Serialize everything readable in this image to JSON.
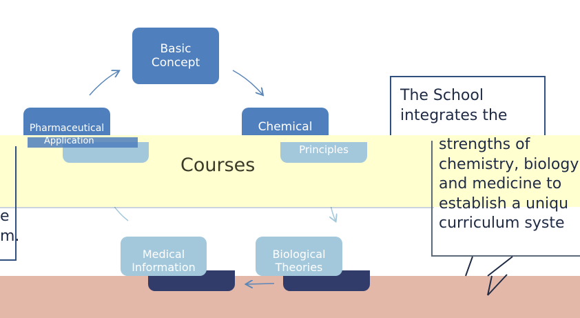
{
  "nodes": {
    "basic_concept": "Basic\nConcept",
    "chemical": "Chemical",
    "pharmaceutical": "Pharmaceutical",
    "principles_fragment": "Principles",
    "application_fragment": "Application",
    "medical_information": "Medical\nInformation",
    "biological_theories": "Biological\nTheories"
  },
  "center_label": "Courses",
  "callout_top": "The School\nintegrates the",
  "callout_bottom": "strengths of\nchemistry, biology\nand medicine to\nestablish a uniqu\ncurriculum syste",
  "left_fragment": "e\nm.",
  "colors": {
    "dark_node": "#4f7fbd",
    "light_node": "#a4c8db",
    "navy_node": "#323c6a",
    "band": "#ffffd0",
    "floor": "#e4b8a8",
    "arrow": "#5a86b8",
    "callout_border": "#2f4f7f"
  }
}
